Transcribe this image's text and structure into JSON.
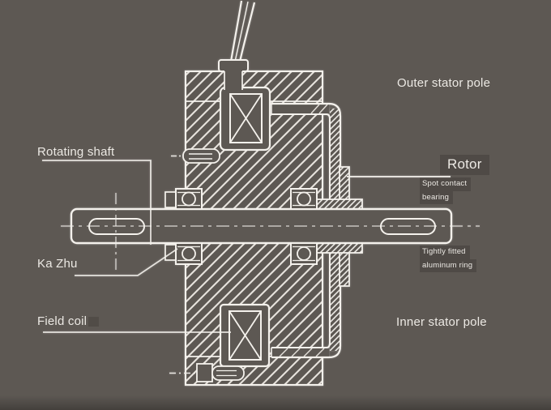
{
  "colors": {
    "background": "#5d5853",
    "line": "#f2efea",
    "label_text": "#ece9e4",
    "label_box": "rgba(33,29,26,0.22)"
  },
  "labels": {
    "outer_stator_pole": "Outer stator pole",
    "rotor": "Rotor",
    "spot_contact_line1": "Spot contact",
    "spot_contact_line2": "bearing",
    "tightly_fitted_line1": "Tightly fitted",
    "tightly_fitted_line2": "aluminum ring",
    "inner_stator_pole": "Inner stator pole",
    "rotating_shaft": "Rotating shaft",
    "ka_zhu": "Ka Zhu",
    "field_coil": "Field coil"
  }
}
